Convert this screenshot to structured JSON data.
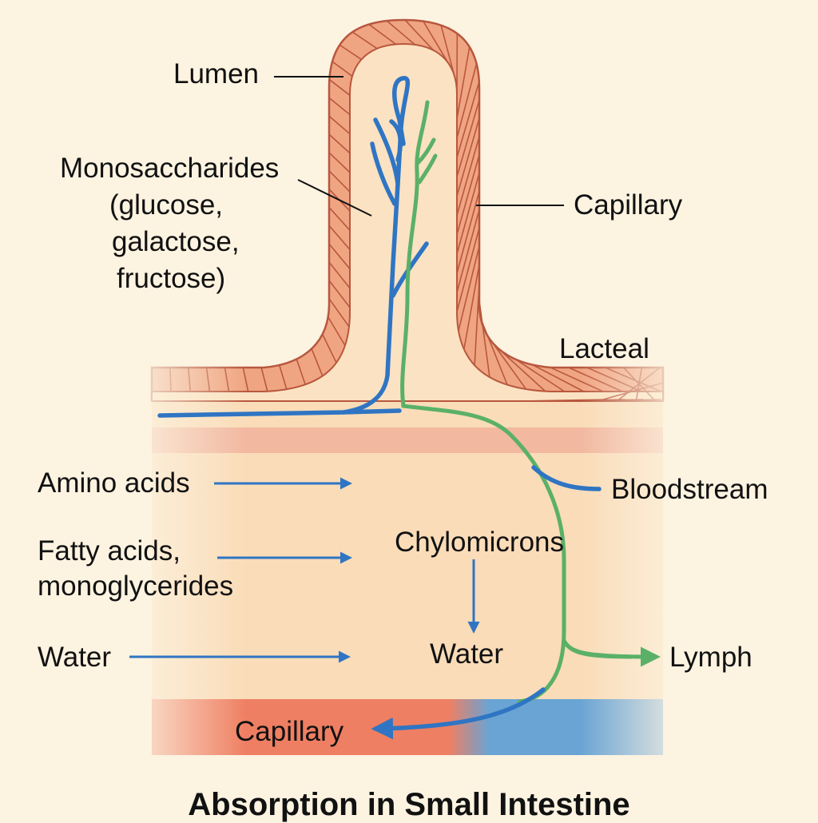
{
  "labels": {
    "lumen": "Lumen",
    "monosaccharides": [
      "Monosaccharides",
      "(glucose,",
      "galactose,",
      "fructose)"
    ],
    "capillary_top": "Capillary",
    "lacteal": "Lacteal",
    "amino_acids": "Amino acids",
    "fatty_acids": [
      "Fatty acids,",
      "monoglycerides"
    ],
    "water_left": "Water",
    "bloodstream": "Bloodstream",
    "chylomicrons": "Chylomicrons",
    "water_center": "Water",
    "lymph": "Lymph",
    "capillary_bottom": "Capillary"
  },
  "title": "Absorption in Small Intestine",
  "colors": {
    "background": "#fcf3e1",
    "tissue": "#fadcb8",
    "villus_interior": "#fbe2c2",
    "epithelium": "#f0a582",
    "cell_outline": "#b8573e",
    "muscle_band": "#f2b8a0",
    "blood_vessel": "#2f75c3",
    "lymph_vessel": "#5bb068",
    "capillary_red": "#ef7f62",
    "capillary_blue": "#6aa4d4"
  }
}
